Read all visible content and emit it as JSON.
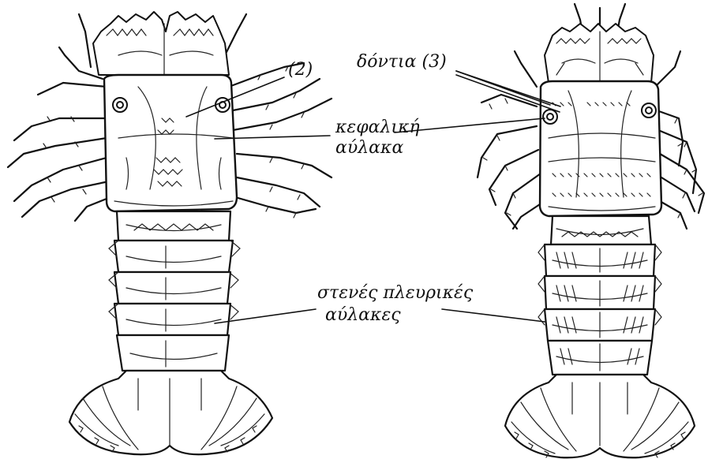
{
  "labels": {
    "dontia": "δόντια (3)",
    "num2": "(2)",
    "kefaliki_1": "κεφαλική",
    "kefaliki_2": "αύλακα",
    "pleurikes_1": "στενές πλευρικές",
    "pleurikes_2": "αύλακες"
  },
  "colors": {
    "ink": "#111111",
    "background": "#ffffff"
  }
}
